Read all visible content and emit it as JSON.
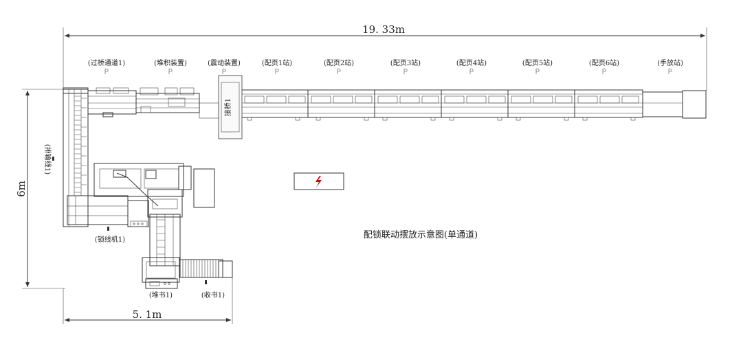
{
  "dimensions": {
    "total_length": "19. 33m",
    "height": "6m",
    "bottom_width": "5. 1m"
  },
  "stations": [
    "(过桥通道1)",
    "(堆积装置)",
    "(震动装置)",
    "(配页1站)",
    "(配页2站)",
    "(配页3站)",
    "(配页4站)",
    "(配页5站)",
    "(配页6站)",
    "(手放站)"
  ],
  "components": {
    "transfer_1": "接桥1",
    "conveyor_1": "(排输线1)",
    "lock_machine_1": "(锁线机1)",
    "stacker_1": "(堆书1)",
    "collector_1": "(收书1)"
  },
  "caption": "配锁联动摆放示意图(单通道)",
  "colors": {
    "line": "#333333",
    "warning": "#cc0000"
  },
  "icons": [
    "electric-hazard-icon",
    "station-marker-icon"
  ]
}
